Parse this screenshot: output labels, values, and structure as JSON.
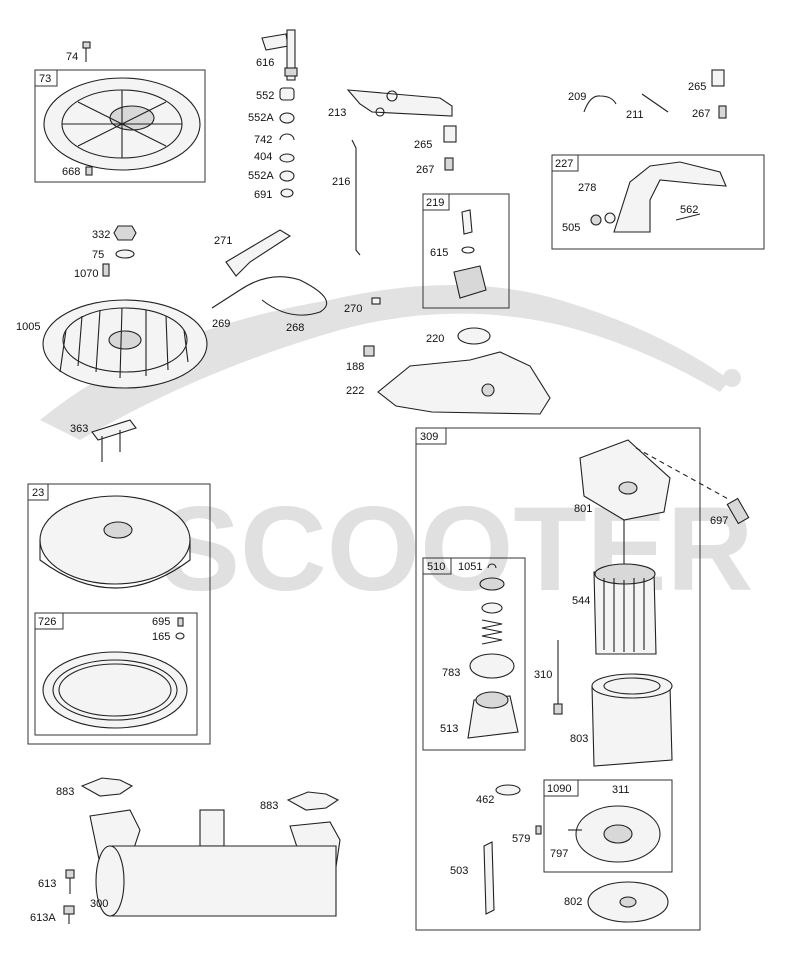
{
  "watermark": {
    "brand": "SCOOTER"
  },
  "groups": {
    "g73": "73",
    "g219": "219",
    "g227": "227",
    "g23": "23",
    "g726": "726",
    "g309": "309",
    "g510": "510",
    "g1090": "1090"
  },
  "labels": {
    "p74": "74",
    "p668": "668",
    "p616": "616",
    "p552": "552",
    "p552A": "552A",
    "p742": "742",
    "p404": "404",
    "p552A2": "552A",
    "p691": "691",
    "p213": "213",
    "p216": "216",
    "p265": "265",
    "p267": "267",
    "p209": "209",
    "p211": "211",
    "p265b": "265",
    "p267b": "267",
    "p278": "278",
    "p505": "505",
    "p562": "562",
    "p332": "332",
    "p75": "75",
    "p1070": "1070",
    "p271": "271",
    "p615": "615",
    "p269": "269",
    "p268": "268",
    "p270": "270",
    "p1005": "1005",
    "p220": "220",
    "p188": "188",
    "p222": "222",
    "p363": "363",
    "p801": "801",
    "p697": "697",
    "p695": "695",
    "p165": "165",
    "p1051": "1051",
    "p544": "544",
    "p783": "783",
    "p310": "310",
    "p513": "513",
    "p803": "803",
    "p883": "883",
    "p883b": "883",
    "p462": "462",
    "p311": "311",
    "p579": "579",
    "p797": "797",
    "p503": "503",
    "p613": "613",
    "p300": "300",
    "p613A": "613A",
    "p802": "802"
  }
}
